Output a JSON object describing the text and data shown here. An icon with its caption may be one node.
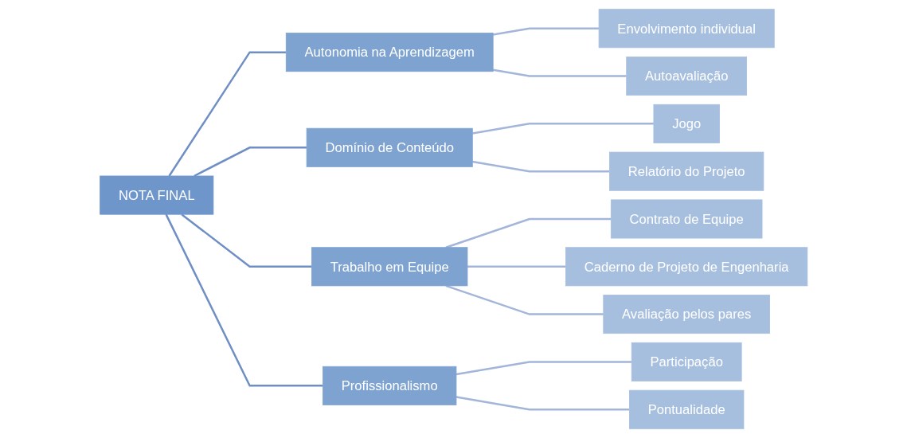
{
  "diagram": {
    "nodes": [
      {
        "text": [
          "NOTA FINAL"
        ]
      },
      {
        "text": [
          "Autonomia na Aprendizagem"
        ]
      },
      {
        "text": [
          "Domínio de Conteúdo"
        ]
      },
      {
        "text": [
          "Trabalho em Equipe"
        ]
      },
      {
        "text": [
          "Profissionalismo"
        ]
      },
      {
        "text": [
          "Envolvimento individual"
        ]
      },
      {
        "text": [
          "Autoavaliação"
        ]
      },
      {
        "text": [
          "Jogo"
        ]
      },
      {
        "text": [
          "Relatório do Projeto"
        ]
      },
      {
        "text": [
          "Contrato de Equipe"
        ]
      },
      {
        "text": [
          "Caderno de Projeto de Engenharia"
        ]
      },
      {
        "text": [
          "Avaliação pelos pares"
        ]
      },
      {
        "text": [
          "Participação"
        ]
      },
      {
        "text": [
          "Pontualidade"
        ]
      }
    ],
    "edges": [
      {
        "from": 0,
        "to": 1,
        "arrow": "none"
      },
      {
        "from": 0,
        "to": 2,
        "arrow": "none"
      },
      {
        "from": 0,
        "to": 3,
        "arrow": "none"
      },
      {
        "from": 0,
        "to": 4,
        "arrow": "none"
      },
      {
        "from": 1,
        "to": 5,
        "arrow": "none",
        "color": "#a3b6d9"
      },
      {
        "from": 1,
        "to": 6,
        "arrow": "none",
        "color": "#a3b6d9"
      },
      {
        "from": 2,
        "to": 7,
        "arrow": "none",
        "color": "#a3b6d9"
      },
      {
        "from": 2,
        "to": 8,
        "arrow": "none",
        "color": "#a3b6d9"
      },
      {
        "from": 3,
        "to": 9,
        "arrow": "none",
        "color": "#a3b6d9"
      },
      {
        "from": 3,
        "to": 10,
        "arrow": "none",
        "color": "#a3b6d9"
      },
      {
        "from": 3,
        "to": 11,
        "arrow": "none",
        "color": "#a3b6d9"
      },
      {
        "from": 4,
        "to": 12,
        "arrow": "none",
        "color": "#a3b6d9"
      },
      {
        "from": 4,
        "to": 13,
        "arrow": "none",
        "color": "#a3b6d9"
      }
    ]
  }
}
